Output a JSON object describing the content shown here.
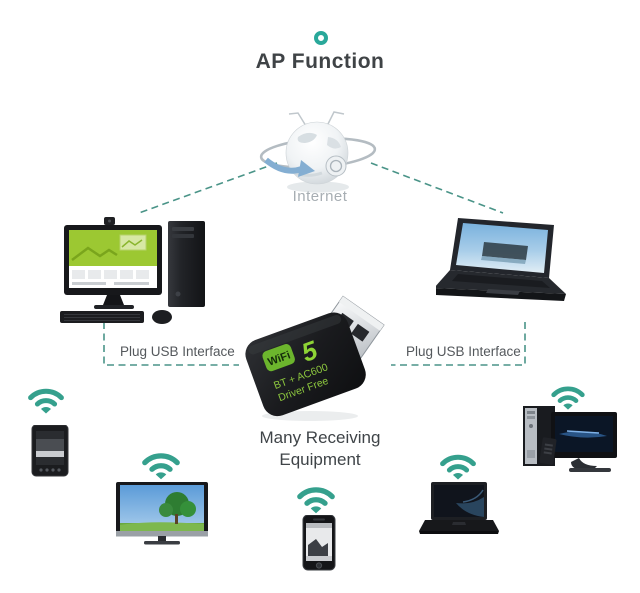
{
  "colors": {
    "accent_teal": "#29a89a",
    "wifi_icon_teal": "#35a08d",
    "dashed_line": "#4a9488",
    "adapter_label_green": "#8cc63e",
    "title_text": "#3f4346",
    "muted_text": "#a7aeb3"
  },
  "header": {
    "title": "AP Function",
    "icon": "teal-ring-icon"
  },
  "internet": {
    "label": "Internet",
    "icon": "internet-globe-icon"
  },
  "plug_labels": {
    "left": "Plug USB Interface",
    "right": "Plug USB Interface"
  },
  "adapter": {
    "badge": "WiFi",
    "number": "5",
    "line1": "BT + AC600",
    "line2": "Driver Free"
  },
  "receiving": {
    "line1": "Many Receiving",
    "line2": "Equipment"
  },
  "devices": {
    "top_left": "desktop-computer",
    "top_right": "laptop",
    "bottom": [
      "tablet",
      "tv",
      "smartphone",
      "laptop",
      "desktop-computer"
    ],
    "wifi_icon": "wifi-signal-icon"
  }
}
